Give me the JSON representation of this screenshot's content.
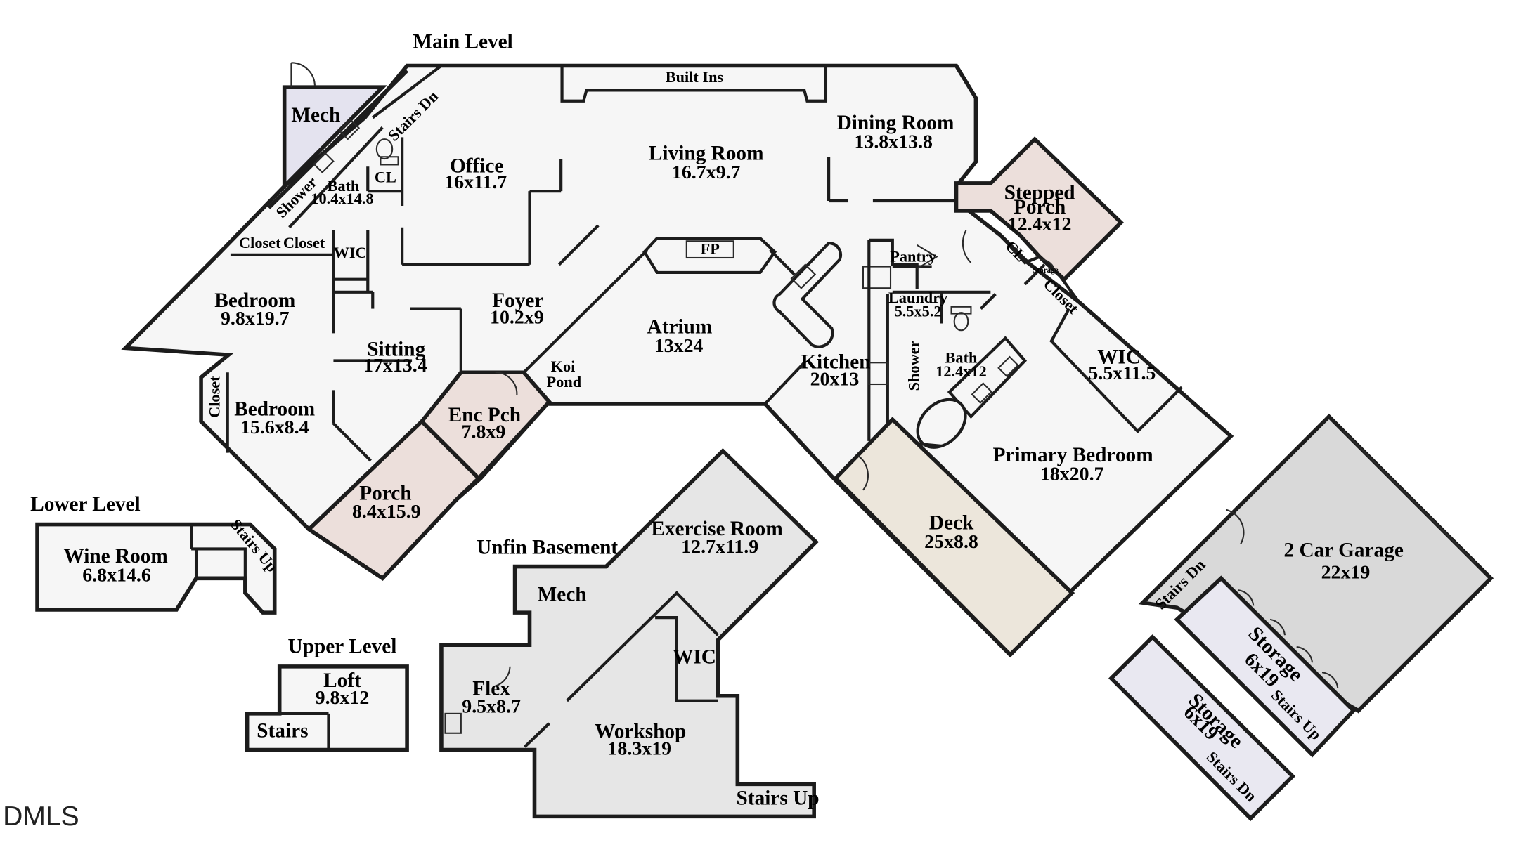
{
  "levels": {
    "main": "Main Level",
    "lower": "Lower Level",
    "upper": "Upper Level",
    "basement": "Unfin Basement"
  },
  "rooms": {
    "mech": {
      "name": "Mech"
    },
    "stairs_dn_main": {
      "name": "Stairs Dn"
    },
    "shower_left": {
      "name": "Shower"
    },
    "bath_left": {
      "name": "Bath",
      "dims": "10.4x14.8"
    },
    "cl_left": {
      "name": "CL"
    },
    "closet_a": {
      "name": "Closet"
    },
    "closet_b": {
      "name": "Closet"
    },
    "wic_left": {
      "name": "WIC"
    },
    "office": {
      "name": "Office",
      "dims": "16x11.7"
    },
    "built_ins": {
      "name": "Built Ins"
    },
    "living": {
      "name": "Living Room",
      "dims": "16.7x9.7"
    },
    "dining": {
      "name": "Dining Room",
      "dims": "13.8x13.8"
    },
    "stepped_porch": {
      "name": "Stepped Porch",
      "dims": "12.4x12"
    },
    "fp": {
      "name": "FP"
    },
    "bedroom_a": {
      "name": "Bedroom",
      "dims": "9.8x19.7"
    },
    "foyer": {
      "name": "Foyer",
      "dims": "10.2x9"
    },
    "atrium": {
      "name": "Atrium",
      "dims": "13x24"
    },
    "sitting": {
      "name": "Sitting",
      "dims": "17x13.4"
    },
    "koi": {
      "name": "Koi Pond"
    },
    "closet_c": {
      "name": "Closet"
    },
    "bedroom_b": {
      "name": "Bedroom",
      "dims": "15.6x8.4"
    },
    "enc_pch": {
      "name": "Enc Pch",
      "dims": "7.8x9"
    },
    "porch": {
      "name": "Porch",
      "dims": "8.4x15.9"
    },
    "pantry": {
      "name": "Pantry"
    },
    "laundry": {
      "name": "Laundry",
      "dims": "5.5x5.2"
    },
    "cl_right": {
      "name": "CL"
    },
    "storage_small": {
      "name": "Storage"
    },
    "closet_right": {
      "name": "Closet"
    },
    "kitchen": {
      "name": "Kitchen",
      "dims": "20x13"
    },
    "shower_right": {
      "name": "Shower"
    },
    "bath_right": {
      "name": "Bath",
      "dims": "12.4x12"
    },
    "wic_right": {
      "name": "WIC",
      "dims": "5.5x11.5"
    },
    "primary_bedroom": {
      "name": "Primary Bedroom",
      "dims": "18x20.7"
    },
    "deck": {
      "name": "Deck",
      "dims": "25x8.8"
    },
    "garage": {
      "name": "2 Car Garage",
      "dims": "22x19"
    },
    "garage_stairs": {
      "name": "Stairs Dn"
    },
    "storage_a": {
      "name": "Storage",
      "dims": "6x19"
    },
    "storage_a_stairs": {
      "name": "Stairs Up"
    },
    "storage_b": {
      "name": "Storage",
      "dims": "6x19"
    },
    "storage_b_stairs": {
      "name": "Stairs Dn"
    },
    "wine": {
      "name": "Wine Room",
      "dims": "6.8x14.6"
    },
    "wine_stairs": {
      "name": "Stairs Up"
    },
    "loft": {
      "name": "Loft",
      "dims": "9.8x12"
    },
    "loft_stairs": {
      "name": "Stairs"
    },
    "exercise": {
      "name": "Exercise Room",
      "dims": "12.7x11.9"
    },
    "mech_b": {
      "name": "Mech"
    },
    "flex": {
      "name": "Flex",
      "dims": "9.5x8.7"
    },
    "wic_b": {
      "name": "WIC"
    },
    "workshop": {
      "name": "Workshop",
      "dims": "18.3x19"
    },
    "stairs_up_b": {
      "name": "Stairs Up"
    }
  },
  "logo": "DMLS",
  "colors": {
    "main": "#f6f6f6",
    "mech": "#e4e3ef",
    "porch": "#ecdfdb",
    "deck": "#ece6db",
    "basement": "#e6e6e6",
    "garage": "#d9d9d9",
    "storage": "#e9e8f1",
    "wall": "#1c1c1c"
  }
}
